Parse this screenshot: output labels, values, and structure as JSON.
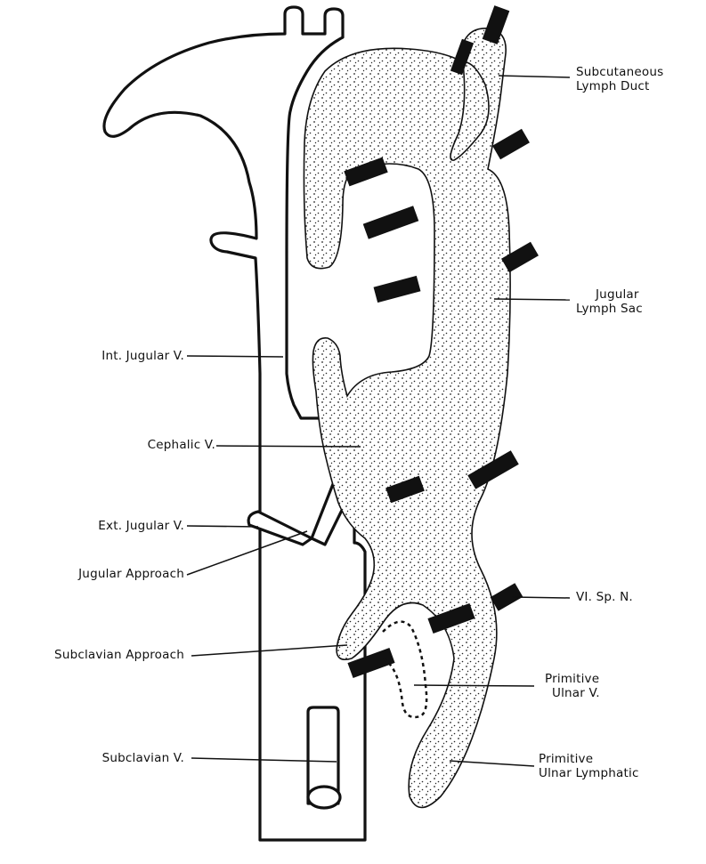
{
  "labels": {
    "subcutaneous_duct": [
      "Subcutaneous",
      "Lymph Duct"
    ],
    "jugular_sac": [
      "Jugular",
      "Lymph Sac"
    ],
    "int_jugular": "Int. Jugular V.",
    "cephalic": "Cephalic V.",
    "ext_jugular": "Ext. Jugular V.",
    "jugular_approach": "Jugular Approach",
    "subclavian_approach": "Subclavian Approach",
    "vi_sp_n": "VI. Sp. N.",
    "primitive_ulnar_v": [
      "Primitive",
      "Ulnar V."
    ],
    "subclavian_v": "Subclavian V.",
    "primitive_ulnar_lymphatic": [
      "Primitive",
      "Ulnar Lymphatic"
    ]
  },
  "colors": {
    "ink": "#111111",
    "background": "#ffffff",
    "stipple": "#222222"
  }
}
